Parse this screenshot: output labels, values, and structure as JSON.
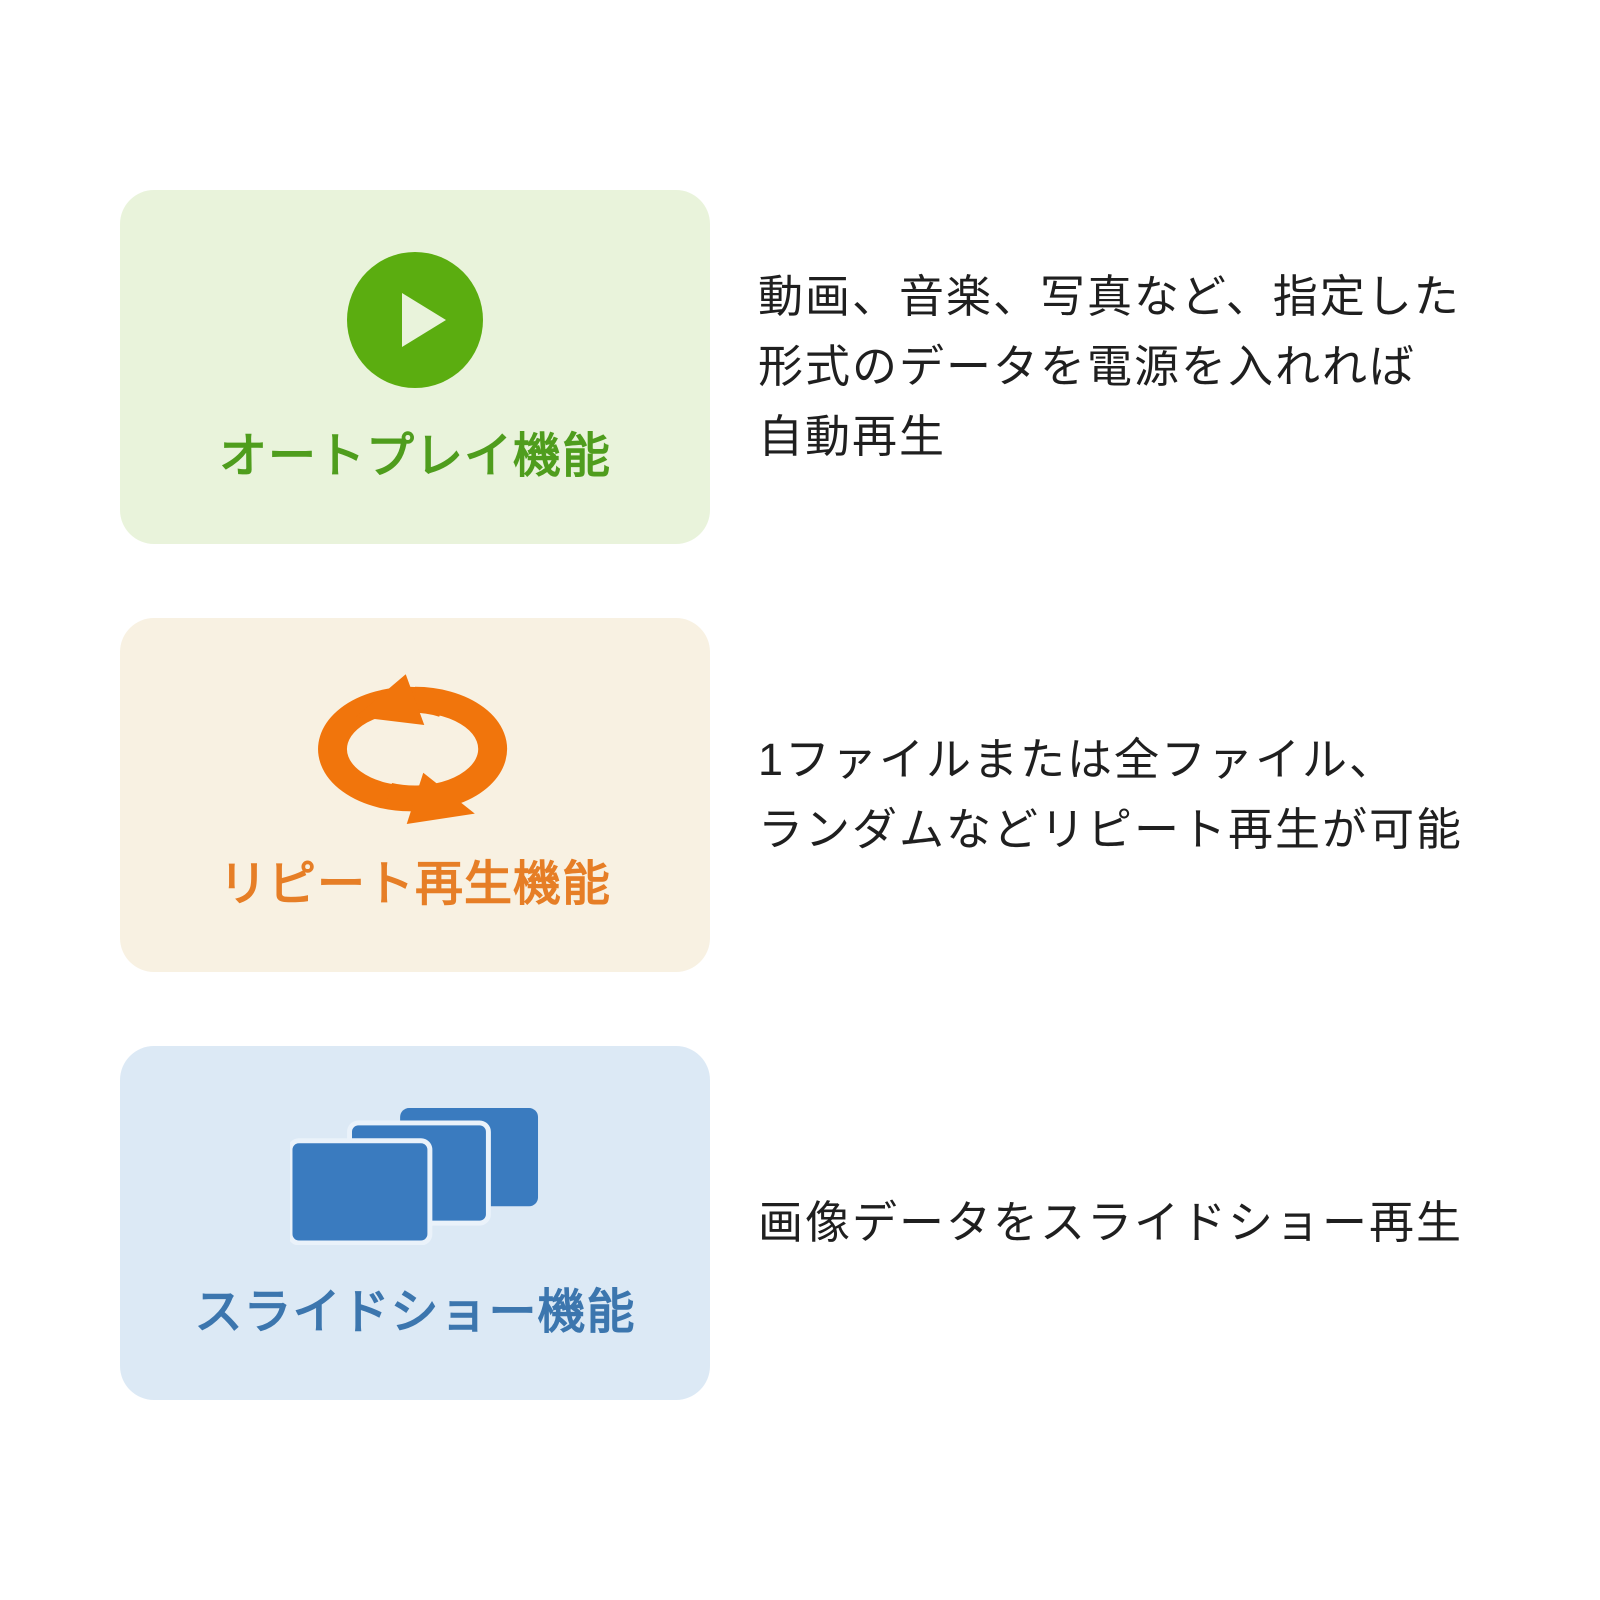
{
  "page": {
    "background": "#ffffff",
    "description_text_color": "#1f1f1f"
  },
  "features": [
    {
      "label": "オートプレイ機能",
      "label_color": "#4f9d1d",
      "card_bg": "#e9f3db",
      "icon": "play-icon",
      "icon_color": "#5bad10",
      "icon_inner_color": "#e9f3db",
      "description_lines": [
        "動画、音楽、写真など、指定した",
        "形式のデータを電源を入れれば",
        "自動再生"
      ]
    },
    {
      "label": "リピート再生機能",
      "label_color": "#e67e26",
      "card_bg": "#f8f1e2",
      "icon": "repeat-icon",
      "icon_color": "#f1750c",
      "description_lines": [
        "1ファイルまたは全ファイル、",
        "ランダムなどリピート再生が可能"
      ]
    },
    {
      "label": "スライドショー機能",
      "label_color": "#3c76ae",
      "card_bg": "#dce9f5",
      "icon": "slideshow-icon",
      "icon_color": "#3a7bbf",
      "icon_outline_color": "#eaf2fa",
      "description_lines": [
        "画像データをスライドショー再生"
      ]
    }
  ]
}
